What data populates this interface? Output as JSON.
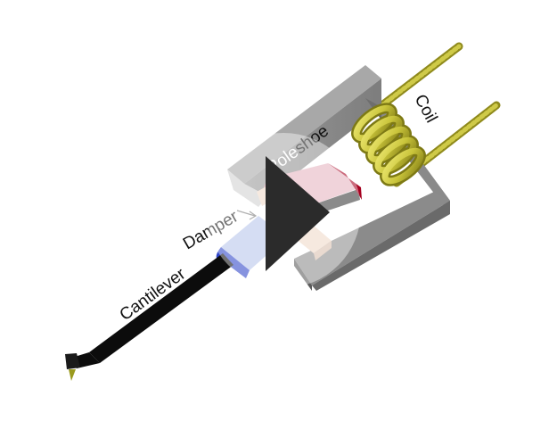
{
  "labels": {
    "coil": "Coil",
    "poleshoe_prefix": "Pole",
    "poleshoe_suffix": "shoe",
    "damper": "Damper",
    "cantilever": "Cantilever"
  },
  "player": {
    "play_icon": "play-icon"
  },
  "colors": {
    "coil_wire": "#c9c43a",
    "coil_shade": "#8f8a1c",
    "magnet_body": "#8c8c8c",
    "magnet_dark": "#5a5a5a",
    "armature_pink": "#e6b3c0",
    "armature_red": "#a5001f",
    "damper_peach": "#f0d9c8",
    "sleeve_blue": "#b7c4ea",
    "sleeve_dark": "#2f45c8",
    "cantilever": "#0c0c0c",
    "stylus_tip": "#9a9a1e",
    "play_overlay": "#2b2b2b"
  }
}
